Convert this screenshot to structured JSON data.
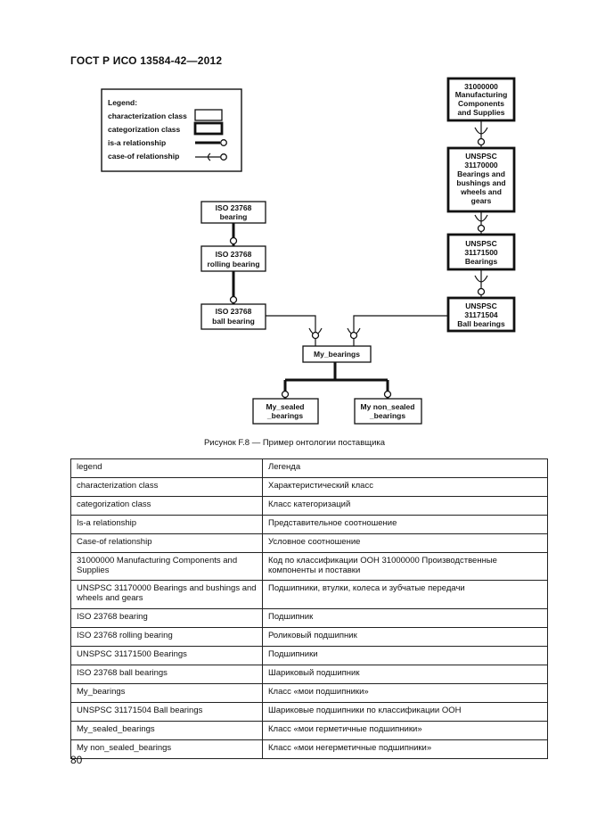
{
  "document": {
    "header": "ГОСТ Р ИСО 13584-42—2012",
    "page_number": "80"
  },
  "legend": {
    "title": "Legend:",
    "items": [
      {
        "label": "characterization class"
      },
      {
        "label": "categorization class"
      },
      {
        "label": "is-a relationship"
      },
      {
        "label": "case-of relationship"
      }
    ]
  },
  "nodes": {
    "iso_bearing": [
      "ISO 23768",
      "bearing"
    ],
    "iso_rolling": [
      "ISO 23768",
      "rolling bearing"
    ],
    "iso_ball": [
      "ISO 23768",
      "ball bearing"
    ],
    "unspsc_31000000": [
      "31000000",
      "Manufacturing",
      "Components",
      "and Supplies"
    ],
    "unspsc_31170000": [
      "UNSPSC",
      "31170000",
      "Bearings and",
      "bushings and",
      "wheels and",
      "gears"
    ],
    "unspsc_31171500": [
      "UNSPSC",
      "31171500",
      "Bearings"
    ],
    "unspsc_31171504": [
      "UNSPSC",
      "31171504",
      "Ball bearings"
    ],
    "my_bearings": [
      "My_bearings"
    ],
    "my_sealed": [
      "My_sealed",
      "_bearings"
    ],
    "my_non_sealed": [
      "My non_sealed",
      "_bearings"
    ]
  },
  "figure_caption": "Рисунок F.8 — Пример онтологии поставщика",
  "terms": [
    [
      "legend",
      "Легенда"
    ],
    [
      "characterization class",
      "Характеристический класс"
    ],
    [
      "categorization class",
      "Класс категоризаций"
    ],
    [
      "Is-a relationship",
      "Представительное соотношение"
    ],
    [
      "Case-of relationship",
      "Условное соотношение"
    ],
    [
      "31000000  Manufacturing Components and Supplies",
      "Код по классификации ООН 31000000 Производственные компоненты и поставки"
    ],
    [
      "UNSPSC 31170000 Bearings and bushings and wheels and gears",
      "Подшипники, втулки, колеса и зубчатые передачи"
    ],
    [
      "ISO 23768 bearing",
      "Подшипник"
    ],
    [
      "ISO 23768 rolling bearing",
      "Роликовый подшипник"
    ],
    [
      "UNSPSC 31171500 Bearings",
      "Подшипники"
    ],
    [
      "ISO 23768 ball bearings",
      "Шариковый подшипник"
    ],
    [
      "My_bearings",
      "Класс «мои подшипники»"
    ],
    [
      "UNSPSC 31171504 Ball bearings",
      "Шариковые подшипники по классификации ООН"
    ],
    [
      "My_sealed_bearings",
      "Класс «мои герметичные подшипники»"
    ],
    [
      "My non_sealed_bearings",
      "Класс «мои негерметичные подшипники»"
    ]
  ]
}
